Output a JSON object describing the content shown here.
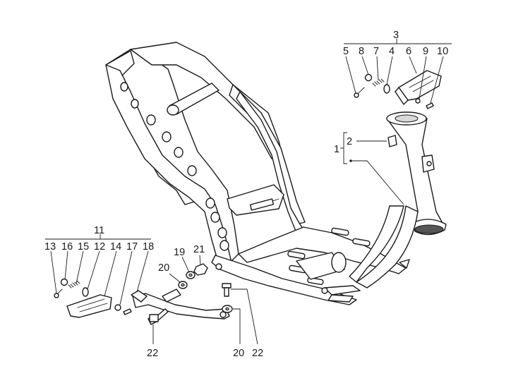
{
  "diagram": {
    "labels": {
      "l1": "1",
      "l2": "2",
      "l3": "3",
      "l4": "4",
      "l5": "5",
      "l6": "6",
      "l7": "7",
      "l8": "8",
      "l9": "9",
      "l10": "10",
      "l11": "11",
      "l12": "12",
      "l13": "13",
      "l14": "14",
      "l15": "15",
      "l16": "16",
      "l17": "17",
      "l18": "18",
      "l19": "19",
      "l20a": "20",
      "l20b": "20",
      "l21": "21",
      "l22a": "22",
      "l22b": "22"
    }
  }
}
